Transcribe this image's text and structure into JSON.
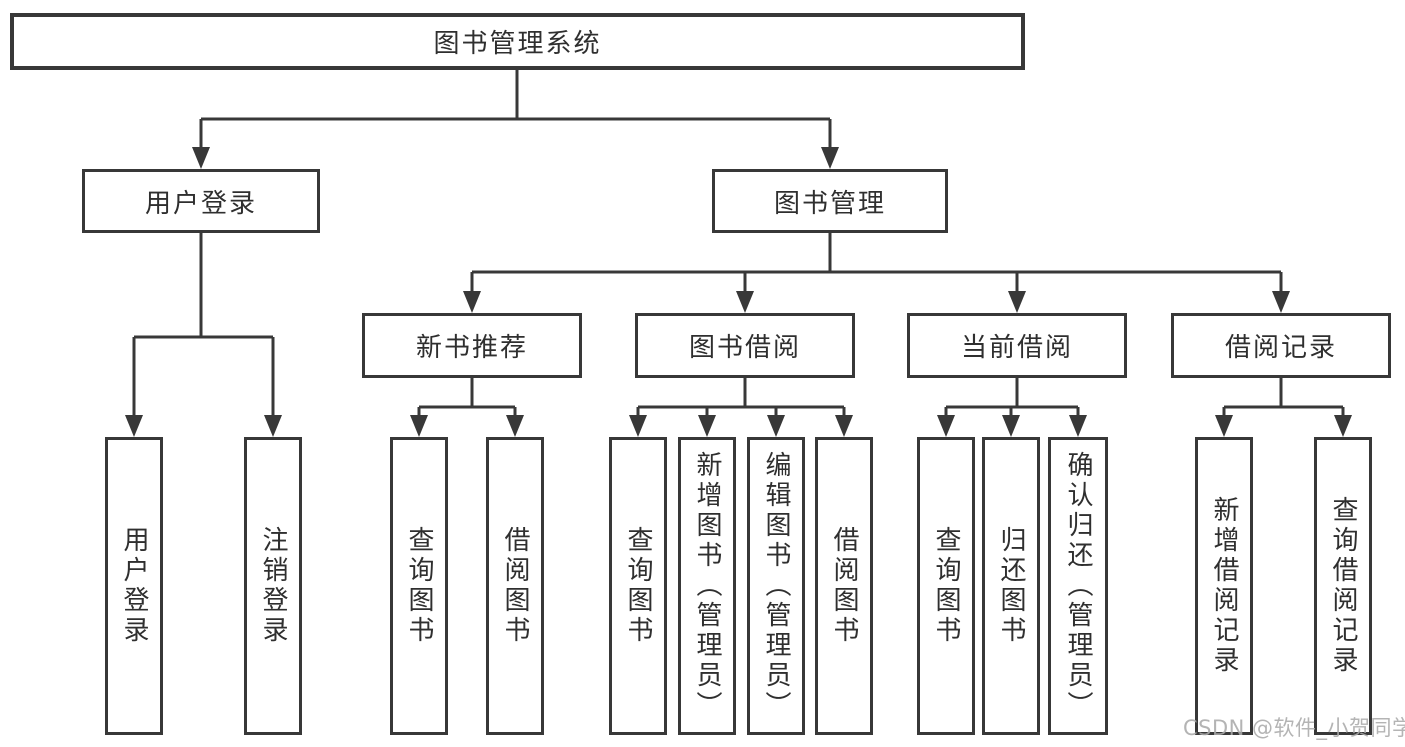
{
  "tree": {
    "root": {
      "label": "图书管理系统"
    },
    "branches": [
      {
        "label": "用户登录",
        "leaves": [
          {
            "label": "用户登录"
          },
          {
            "label": "注销登录"
          }
        ]
      },
      {
        "label": "图书管理",
        "groups": [
          {
            "label": "新书推荐",
            "leaves": [
              {
                "label": "查询图书"
              },
              {
                "label": "借阅图书"
              }
            ]
          },
          {
            "label": "图书借阅",
            "leaves": [
              {
                "label": "查询图书"
              },
              {
                "label": "新增图书（管理员）"
              },
              {
                "label": "编辑图书（管理员）"
              },
              {
                "label": "借阅图书"
              }
            ]
          },
          {
            "label": "当前借阅",
            "leaves": [
              {
                "label": "查询图书"
              },
              {
                "label": "归还图书"
              },
              {
                "label": "确认归还（管理员）"
              }
            ]
          },
          {
            "label": "借阅记录",
            "leaves": [
              {
                "label": "新增借阅记录"
              },
              {
                "label": "查询借阅记录"
              }
            ]
          }
        ]
      }
    ]
  },
  "watermark": {
    "text": "CSDN @软件_小贺同学"
  },
  "colors": {
    "line": "#383838",
    "text": "#2f2f2f",
    "watermark": "#aaaaaa",
    "background": "#ffffff"
  }
}
